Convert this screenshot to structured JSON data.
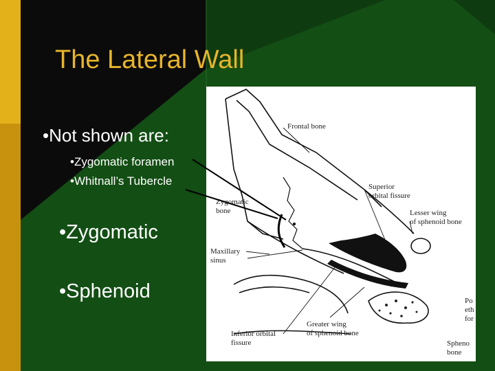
{
  "slide": {
    "title": "The Lateral Wall",
    "bullets": {
      "not_shown": "Not shown are:",
      "sub_items": [
        "Zygomatic foramen",
        "Whitnall’s Tubercle"
      ],
      "zygomatic": "Zygomatic",
      "sphenoid": "Sphenoid"
    },
    "bullet_glyph": "•"
  },
  "figure": {
    "labels": {
      "frontal": "Frontal bone",
      "superior_1": "Superior",
      "superior_2": "orbital fissure",
      "zygomatic_1": "Zygomatic",
      "zygomatic_2": "bone",
      "lesser_1": "Lesser wing",
      "lesser_2": "of sphenoid bone",
      "maxillary_1": "Maxillary",
      "maxillary_2": "sinus",
      "post_1": "Po",
      "post_2": "eth",
      "post_3": "for",
      "greater_1": "Greater wing",
      "greater_2": "of sphenoid bone",
      "inferior_1": "Inferior orbital",
      "inferior_2": "fissure",
      "spheno_1": "Spheno",
      "spheno_2": "bone"
    }
  },
  "colors": {
    "title": "#e8b52a",
    "text": "#ffffff",
    "green": "#134e14",
    "gold": "#c9920e"
  }
}
